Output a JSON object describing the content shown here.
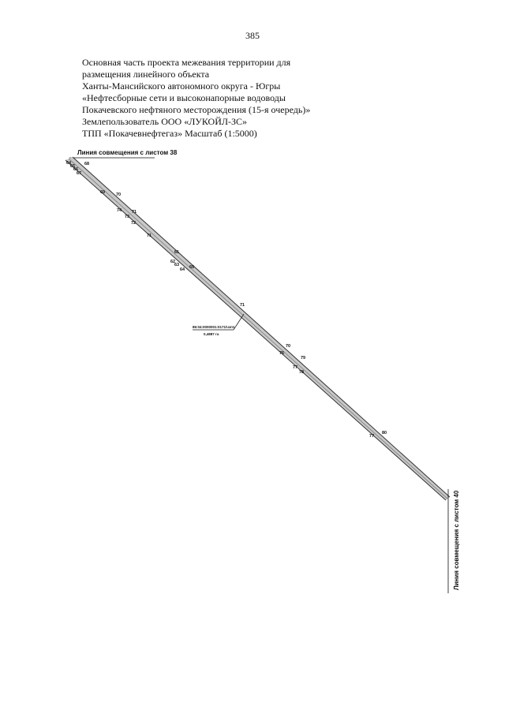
{
  "page_number": "385",
  "header_lines": [
    "Основная часть проекта межевания территории для",
    "размещения линейного объекта",
    "Ханты-Мансийского автономного округа - Югры",
    "«Нефтесборные сети и высоконапорные водоводы",
    "Покачевского нефтяного месторождения (15-я очередь)»",
    "Землепользователь ООО «ЛУКОЙЛ-ЗС»",
    "ТПП «Покачевнефтегаз» Масштаб (1:5000)"
  ],
  "map": {
    "match_line_top": "Линия совмещения с листом 38",
    "match_line_bottom": "Линия совмещения с листом 40",
    "plot_id": "86:04:0000001:0171/чзп1",
    "plot_area": "0,4887 га",
    "point_labels": [
      "64",
      "65",
      "66",
      "67",
      "68",
      "69",
      "70",
      "74",
      "73",
      "72",
      "71",
      "71",
      "61",
      "62",
      "63",
      "64",
      "65",
      "71",
      "70",
      "76",
      "77",
      "79",
      "78",
      "80",
      "77"
    ]
  }
}
